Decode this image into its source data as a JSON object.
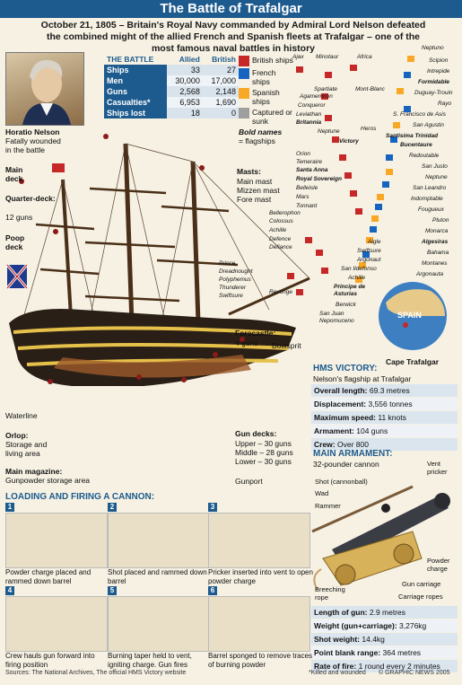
{
  "title": "The Battle of Trafalgar",
  "intro": "October 21, 1805 – Britain's Royal Navy commanded by Admiral Lord Nelson defeated the combined might of the allied French and Spanish fleets at Trafalgar – one of the most famous naval battles in history",
  "battle_table": {
    "heading": "THE BATTLE",
    "col_allied": "Allied",
    "col_british": "British",
    "rows": [
      {
        "label": "Ships",
        "allied": "33",
        "british": "27"
      },
      {
        "label": "Men",
        "allied": "30,000",
        "british": "17,000"
      },
      {
        "label": "Guns",
        "allied": "2,568",
        "british": "2,148"
      },
      {
        "label": "Casualties*",
        "allied": "6,953",
        "british": "1,690"
      },
      {
        "label": "Ships lost",
        "allied": "18",
        "british": "0"
      }
    ]
  },
  "legend": {
    "british": "British ships",
    "french": "French ships",
    "spanish": "Spanish ships",
    "captured": "Captured or sunk",
    "bold_note": "Bold names",
    "flagships": "= flagships"
  },
  "colors": {
    "accent": "#1d5b8e",
    "british": "#c62828",
    "french": "#1565c0",
    "spanish": "#f9a825",
    "captured": "#9e9e9e"
  },
  "ship_labels": {
    "nelson": "Horatio Nelson",
    "nelson_note": "Fatally wounded in the battle",
    "main_deck": "Main deck",
    "quarterdeck": "Quarter-deck:",
    "quarterdeck_guns": "12 guns",
    "poop_deck": "Poop deck",
    "masts": "Masts:",
    "main_mast": "Main mast",
    "mizzen_mast": "Mizzen mast",
    "fore_mast": "Fore mast",
    "forecastle": "Forecastle:",
    "forecastle_guns": "4 guns",
    "bowsprit": "Bowsprit",
    "waterline": "Waterline",
    "orlop": "Orlop:",
    "orlop_note": "Storage and living area",
    "magazine": "Main magazine:",
    "magazine_note": "Gunpowder storage area",
    "gun_decks": "Gun decks:",
    "upper": "Upper – 30 guns",
    "middle": "Middle – 28 guns",
    "lower": "Lower – 30 guns",
    "gunport": "Gunport"
  },
  "map": {
    "spain": "SPAIN",
    "cape": "Cape Trafalgar",
    "left_ships": [
      "Ajax",
      "Minotaur",
      "Africa",
      "Spartiate",
      "Agamemnon",
      "Conqueror",
      "Leviathan",
      "Britannia",
      "Neptune",
      "Victory",
      "Orion",
      "Temeraire",
      "Santa Anna",
      "Royal Sovereign",
      "Belleisle",
      "Mars",
      "Tonnant",
      "Bellerophon",
      "Colossus",
      "Achille",
      "Defence",
      "Defiance",
      "Prince",
      "Dreadnought",
      "Polyphemus",
      "Thunderer",
      "Swiftsure",
      "Revenge"
    ],
    "right_ships": [
      "Neptuno",
      "Scipion",
      "Intrepide",
      "Formidable",
      "Duguay-Trouin",
      "Rayo",
      "S. Francisco de Asis",
      "San Agustin",
      "Santisima Trinidad",
      "Bucentaure",
      "Redoutable",
      "San Justo",
      "Neptune",
      "San Leandro",
      "Indomptable",
      "Fougueux",
      "Pluton",
      "Monarca",
      "Algesiras",
      "Bahama",
      "Montanes",
      "Argonauta"
    ],
    "mid_ships": [
      "Mont-Blanc",
      "Heros",
      "Aigle",
      "Swiftsure",
      "Argonaut",
      "San Ildefonso",
      "Achille",
      "Principe de Asturias",
      "Berwick",
      "San Juan Nepomuceno"
    ]
  },
  "victory": {
    "heading": "HMS VICTORY:",
    "subtitle": "Nelson's flagship at Trafalgar",
    "stats": [
      {
        "label": "Overall length:",
        "value": "69.3 metres"
      },
      {
        "label": "Displacement:",
        "value": "3,556 tonnes"
      },
      {
        "label": "Maximum speed:",
        "value": "11 knots"
      },
      {
        "label": "Armament:",
        "value": "104 guns"
      },
      {
        "label": "Crew:",
        "value": "Over 800"
      }
    ]
  },
  "armament": {
    "heading": "MAIN ARMAMENT:",
    "subtitle": "32-pounder cannon",
    "parts": {
      "vent_pricker": "Vent pricker",
      "shot": "Shot (cannonball)",
      "wad": "Wad",
      "rammer": "Rammer",
      "powder": "Powder charge",
      "carriage": "Gun carriage",
      "ropes": "Carriage ropes",
      "breeching": "Breeching rope"
    },
    "stats": [
      {
        "label": "Length of gun:",
        "value": "2.9 metres"
      },
      {
        "label": "Weight (gun+carriage):",
        "value": "3,276kg"
      },
      {
        "label": "Shot weight:",
        "value": "14.4kg"
      },
      {
        "label": "Point blank range:",
        "value": "364 metres"
      },
      {
        "label": "Rate of fire:",
        "value": "1 round every 2 minutes"
      }
    ]
  },
  "loading": {
    "heading": "LOADING AND FIRING A CANNON:",
    "steps": [
      {
        "num": "1",
        "caption": "Powder charge placed and rammed down barrel"
      },
      {
        "num": "2",
        "caption": "Shot placed and rammed down barrel"
      },
      {
        "num": "3",
        "caption": "Pricker inserted into vent to open powder charge"
      },
      {
        "num": "4",
        "caption": "Crew hauls gun forward into firing position"
      },
      {
        "num": "5",
        "caption": "Burning taper held to vent, igniting charge. Gun fires"
      },
      {
        "num": "6",
        "caption": "Barrel sponged to remove traces of burning powder"
      }
    ]
  },
  "footer": {
    "sources": "Sources: The National Archives, The official HMS Victory website",
    "note": "*Killed and wounded",
    "credit": "© GRAPHIC NEWS 2005"
  }
}
